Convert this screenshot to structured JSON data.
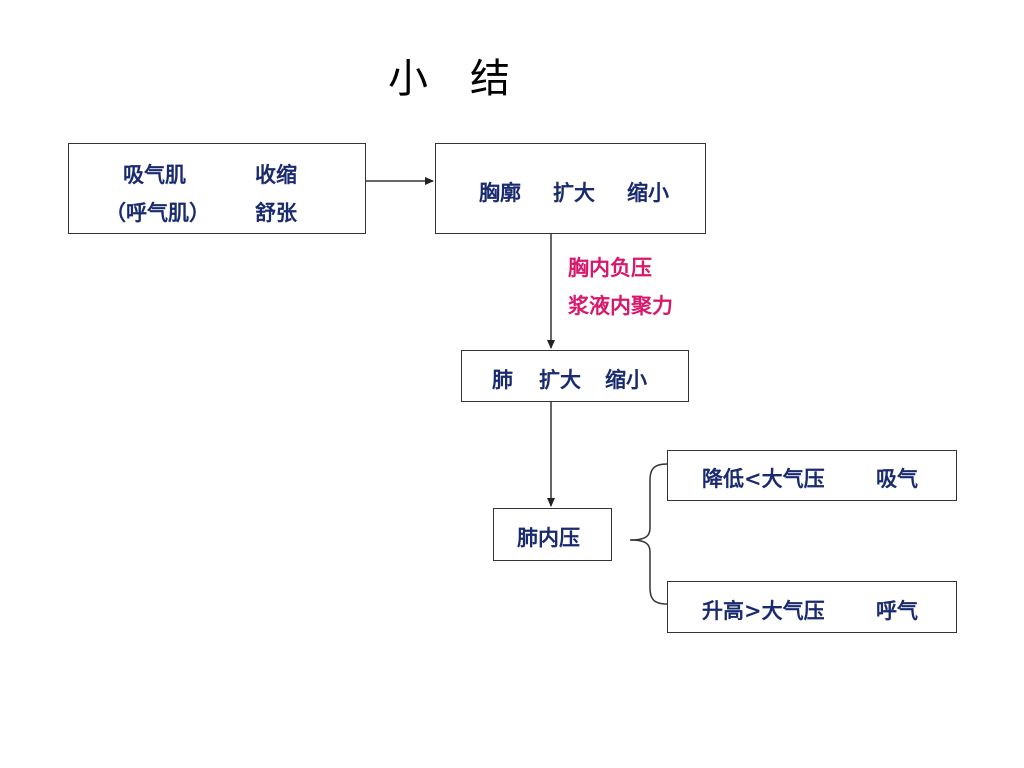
{
  "title": {
    "part1": "小",
    "part2": "结"
  },
  "muscle_box": {
    "row1_left": "吸气肌",
    "row1_right": "收缩",
    "row2_left": "（呼气肌）",
    "row2_right": "舒张"
  },
  "thorax_box": {
    "part1": "胸廓",
    "part2": "扩大",
    "part3": "缩小"
  },
  "forces_label": {
    "line1": "胸内负压",
    "line2": "浆液内聚力"
  },
  "lung_box": {
    "part1": "肺",
    "part2": "扩大",
    "part3": "缩小"
  },
  "pressure_box": {
    "label": "肺内压"
  },
  "inhale_box": {
    "part1": "降低<大气压",
    "part2": "吸气"
  },
  "exhale_box": {
    "part1": "升高>大气压",
    "part2": "呼气"
  },
  "colors": {
    "text_primary": "#1a2a6e",
    "text_accent": "#d8186a",
    "border": "#333333"
  }
}
